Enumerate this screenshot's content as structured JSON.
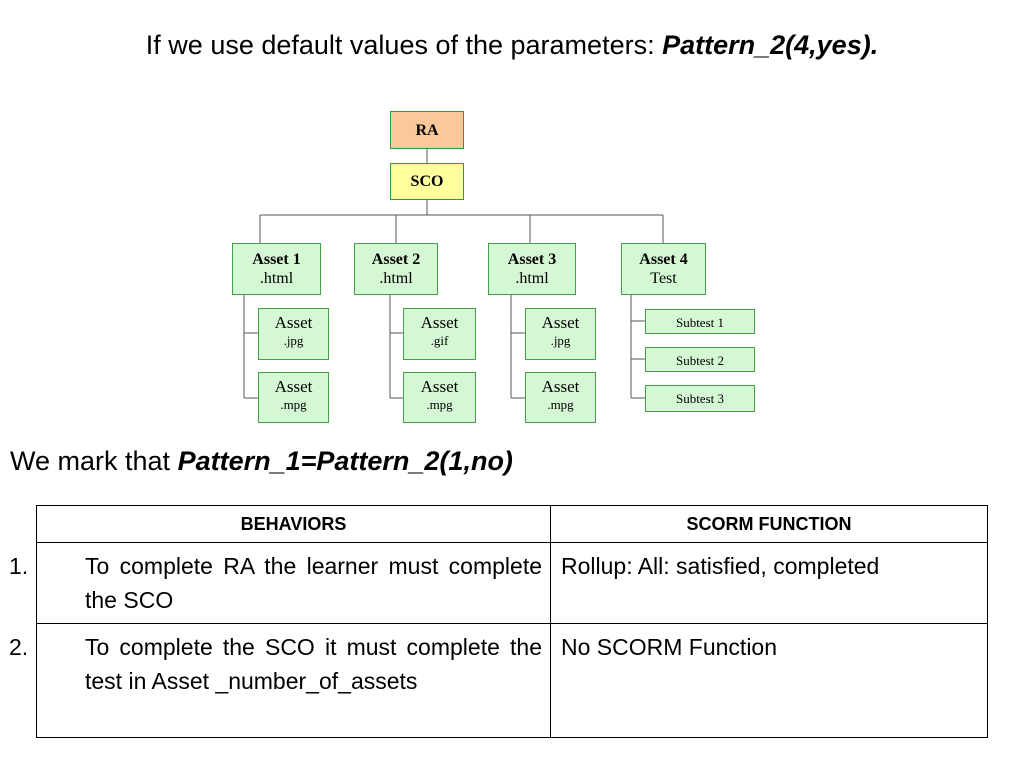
{
  "heading": {
    "text": "If we use default values of the parameters: ",
    "emph": "Pattern_2(4,yes)."
  },
  "diagram": {
    "ra": "RA",
    "sco": "SCO",
    "assets": [
      {
        "title": "Asset 1",
        "sub": ".html",
        "children": [
          {
            "title": "Asset",
            "sub": ".jpg"
          },
          {
            "title": "Asset",
            "sub": ".mpg"
          }
        ]
      },
      {
        "title": "Asset 2",
        "sub": ".html",
        "children": [
          {
            "title": "Asset",
            "sub": ".gif"
          },
          {
            "title": "Asset",
            "sub": ".mpg"
          }
        ]
      },
      {
        "title": "Asset 3",
        "sub": ".html",
        "children": [
          {
            "title": "Asset",
            "sub": ".jpg"
          },
          {
            "title": "Asset",
            "sub": ".mpg"
          }
        ]
      },
      {
        "title": "Asset 4",
        "sub": "Test",
        "children": [
          {
            "title": "Subtest 1"
          },
          {
            "title": "Subtest 2"
          },
          {
            "title": "Subtest 3"
          }
        ]
      }
    ],
    "colors": {
      "ra_fill": "#fac89a",
      "sco_fill": "#ffff9e",
      "node_fill": "#d4f7d4",
      "node_border": "#43a046",
      "line": "#555555"
    }
  },
  "note": {
    "text": "We mark that ",
    "emph": "Pattern_1=Pattern_2(1,no)"
  },
  "table": {
    "headers": [
      "BEHAVIORS",
      "SCORM FUNCTION"
    ],
    "rows": [
      {
        "num": "1.",
        "behavior": "To complete RA the learner must complete the SCO",
        "function": "Rollup: All: satisfied, completed"
      },
      {
        "num": "2.",
        "behavior": "To complete the SCO it must complete the test in Asset _number_of_assets",
        "function": "No SCORM Function"
      }
    ]
  }
}
